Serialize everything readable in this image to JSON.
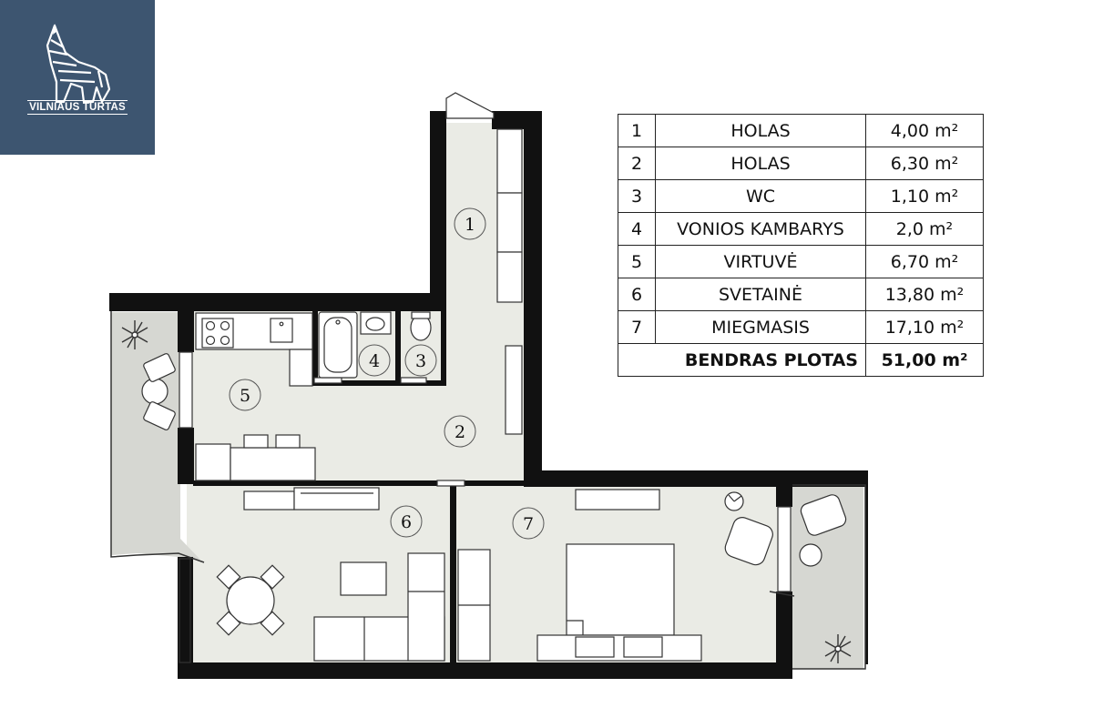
{
  "logo": {
    "text": "VILNIAUS TURTAS",
    "icon": "wolf-icon",
    "background": "#3d5570"
  },
  "colors": {
    "wall": "#111111",
    "floor": "#eaebe5",
    "balcony": "#d6d7d2",
    "furniture_stroke": "#333333"
  },
  "rooms": [
    {
      "number": "1",
      "name": "HOLAS",
      "area": "4,00 m²"
    },
    {
      "number": "2",
      "name": "HOLAS",
      "area": "6,30 m²"
    },
    {
      "number": "3",
      "name": "WC",
      "area": "1,10 m²"
    },
    {
      "number": "4",
      "name": "VONIOS KAMBARYS",
      "area": "2,0 m²"
    },
    {
      "number": "5",
      "name": "VIRTUVĖ",
      "area": "6,70 m²"
    },
    {
      "number": "6",
      "name": "SVETAINĖ",
      "area": "13,80 m²"
    },
    {
      "number": "7",
      "name": "MIEGMASIS",
      "area": "17,10 m²"
    }
  ],
  "total": {
    "label": "BENDRAS PLOTAS",
    "area": "51,00 m²"
  }
}
